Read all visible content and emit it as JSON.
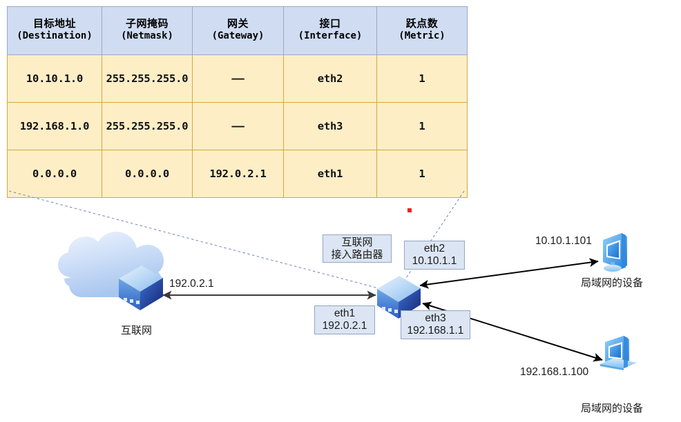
{
  "table": {
    "headers": [
      {
        "cn": "目标地址",
        "en": "(Destination)"
      },
      {
        "cn": "子网掩码",
        "en": "(Netmask)"
      },
      {
        "cn": "网关",
        "en": "(Gateway)"
      },
      {
        "cn": "接口",
        "en": "(Interface)"
      },
      {
        "cn": "跃点数",
        "en": "(Metric)"
      }
    ],
    "rows": [
      [
        "10.10.1.0",
        "255.255.255.0",
        "——",
        "eth2",
        "1"
      ],
      [
        "192.168.1.0",
        "255.255.255.0",
        "——",
        "eth3",
        "1"
      ],
      [
        "0.0.0.0",
        "0.0.0.0",
        "192.0.2.1",
        "eth1",
        "1"
      ]
    ],
    "header_bg": "#cfdcf2",
    "header_border": "#9aa7c4",
    "body_bg": "#fdeec6",
    "body_border": "#d3a73f"
  },
  "diagram": {
    "router_callout": {
      "line1": "互联网",
      "line2": "接入路由器"
    },
    "eth2_box": {
      "line1": "eth2",
      "line2": "10.10.1.1"
    },
    "eth1_box": {
      "line1": "eth1",
      "line2": "192.0.2.1"
    },
    "eth3_box": {
      "line1": "eth3",
      "line2": "192.168.1.1"
    },
    "internet_label": "互联网",
    "wan_link_label": "192.0.2.1",
    "device_top": {
      "ip": "10.10.1.101",
      "caption": "局域网的设备"
    },
    "device_bottom": {
      "ip": "192.168.1.100",
      "caption": "局域网的设备"
    },
    "callout_line_color": "#7e8cc4",
    "arrow_color": "#000000",
    "wan_arrow_color": "#3a3a3a",
    "marker_dot_color": "#ee2222"
  }
}
